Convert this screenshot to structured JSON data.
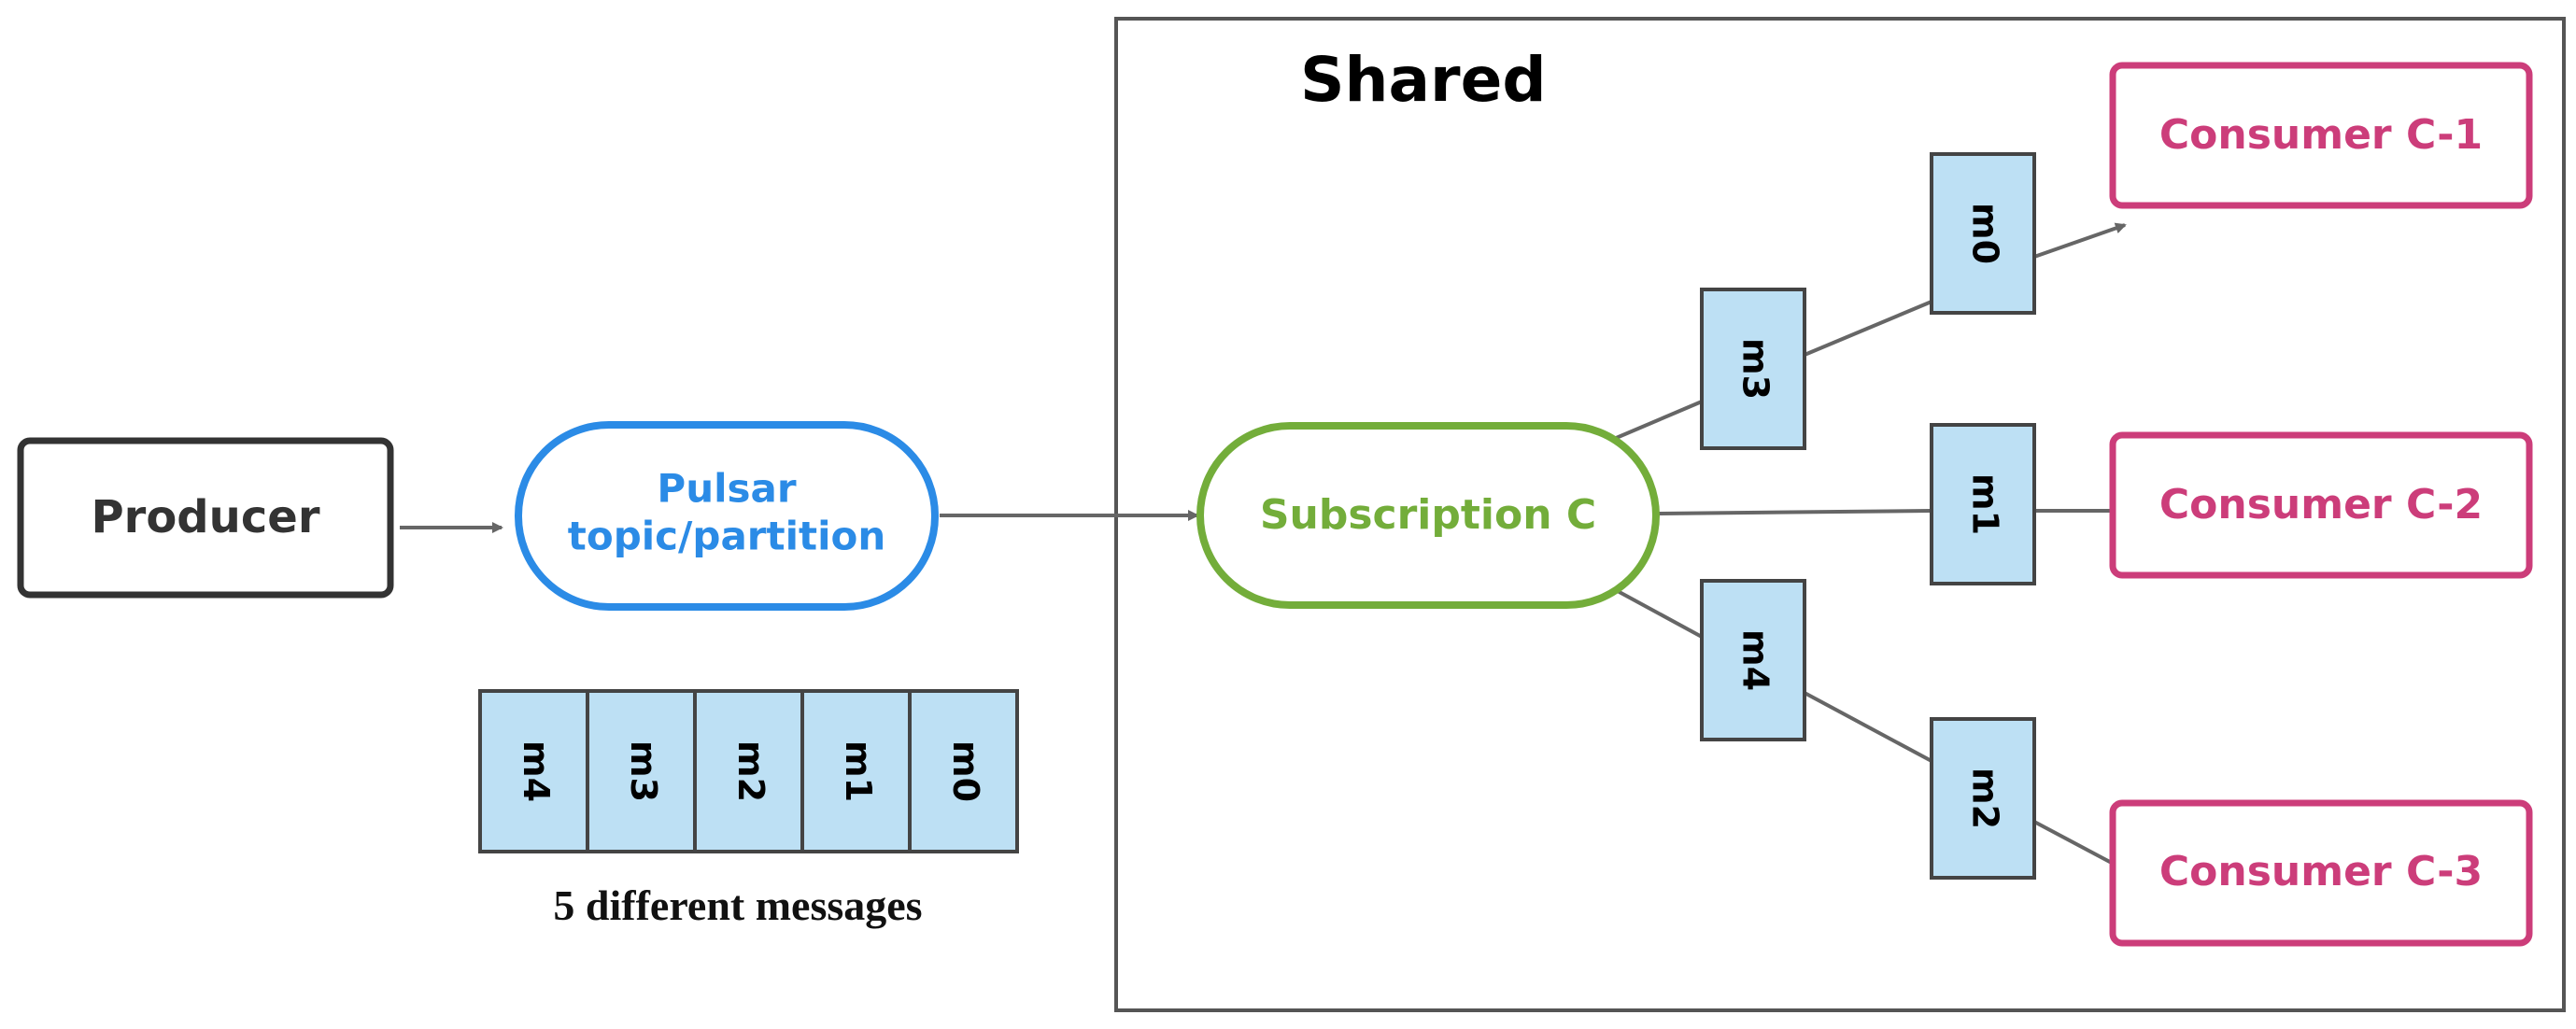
{
  "colors": {
    "producer": "#333333",
    "topic": "#2b8be6",
    "subscription": "#73ad3a",
    "consumer": "#cc3d7a",
    "message_fill": "#bde0f4",
    "message_stroke": "#444444",
    "arrow": "#666666",
    "frame": "#555555"
  },
  "producer": {
    "label": "Producer"
  },
  "topic": {
    "line1": "Pulsar",
    "line2": "topic/partition"
  },
  "queue": {
    "messages": [
      "m4",
      "m3",
      "m2",
      "m1",
      "m0"
    ],
    "caption": "5 different messages"
  },
  "shared": {
    "title": "Shared"
  },
  "subscription": {
    "label": "Subscription C"
  },
  "consumers": [
    {
      "label": "Consumer C-1"
    },
    {
      "label": "Consumer C-2"
    },
    {
      "label": "Consumer C-3"
    }
  ],
  "dispatched": {
    "to_c1": [
      "m3",
      "m0"
    ],
    "to_c2": [
      "m1"
    ],
    "to_c3": [
      "m4",
      "m2"
    ]
  }
}
